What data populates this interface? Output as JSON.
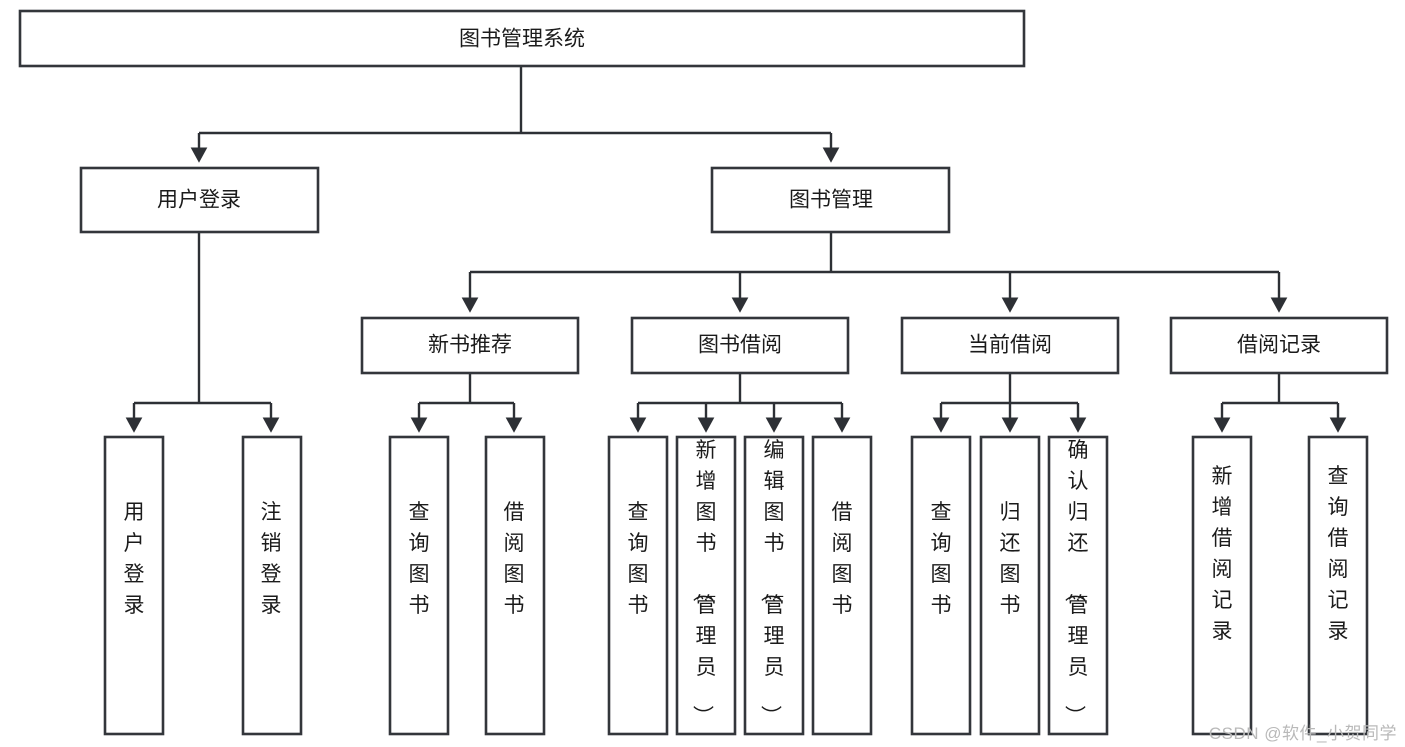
{
  "diagram": {
    "title": "图书管理系统",
    "type": "tree-hierarchy",
    "root": {
      "label": "图书管理系统"
    },
    "level2": [
      {
        "label": "用户登录"
      },
      {
        "label": "图书管理"
      }
    ],
    "level3": [
      {
        "label": "新书推荐"
      },
      {
        "label": "图书借阅"
      },
      {
        "label": "当前借阅"
      },
      {
        "label": "借阅记录"
      }
    ],
    "leaves": {
      "user_login": [
        {
          "label": "用户登录"
        },
        {
          "label": "注销登录"
        }
      ],
      "new_book_recommend": [
        {
          "label": "查询图书"
        },
        {
          "label": "借阅图书"
        }
      ],
      "book_borrow": [
        {
          "label": "查询图书"
        },
        {
          "label": "新增图书（管理员）"
        },
        {
          "label": "编辑图书（管理员）"
        },
        {
          "label": "借阅图书"
        }
      ],
      "current_borrow": [
        {
          "label": "查询图书"
        },
        {
          "label": "归还图书"
        },
        {
          "label": "确认归还（管理员）"
        }
      ],
      "borrow_record": [
        {
          "label": "新增借阅记录"
        },
        {
          "label": "查询借阅记录"
        }
      ]
    }
  },
  "watermark": {
    "text": "CSDN @软件_小贺同学"
  },
  "colors": {
    "background": "#ffffff",
    "stroke": "#33363b",
    "text": "#1b1b1b",
    "watermark": "#b9b9b9"
  }
}
